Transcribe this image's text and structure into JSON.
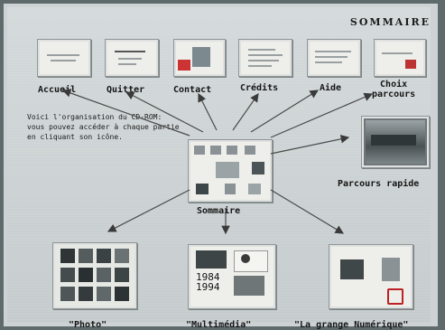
{
  "title": "SOMMAIRE",
  "intro_text": "Voici l'organisation du CD-ROM:\nvous pouvez accéder à chaque partie\nen cliquant son icône.",
  "nav": [
    {
      "label": "Accueil"
    },
    {
      "label": "Quitter"
    },
    {
      "label": "Contact"
    },
    {
      "label": "Crédits"
    },
    {
      "label": "Aide"
    },
    {
      "label": "Choix\nparcours"
    }
  ],
  "center": {
    "label": "Sommaire"
  },
  "rapide": {
    "label": "Parcours rapide"
  },
  "bottom": [
    {
      "label": "\"Photo\""
    },
    {
      "label": "\"Multimédia\""
    },
    {
      "label": "\"La grange Numérique\""
    }
  ],
  "multimedia_years": {
    "y1": "1984",
    "y2": "1994"
  },
  "colors": {
    "background": "#cdd3d5",
    "frame": "#5f6a6d",
    "thumb": "#eeeeea"
  }
}
